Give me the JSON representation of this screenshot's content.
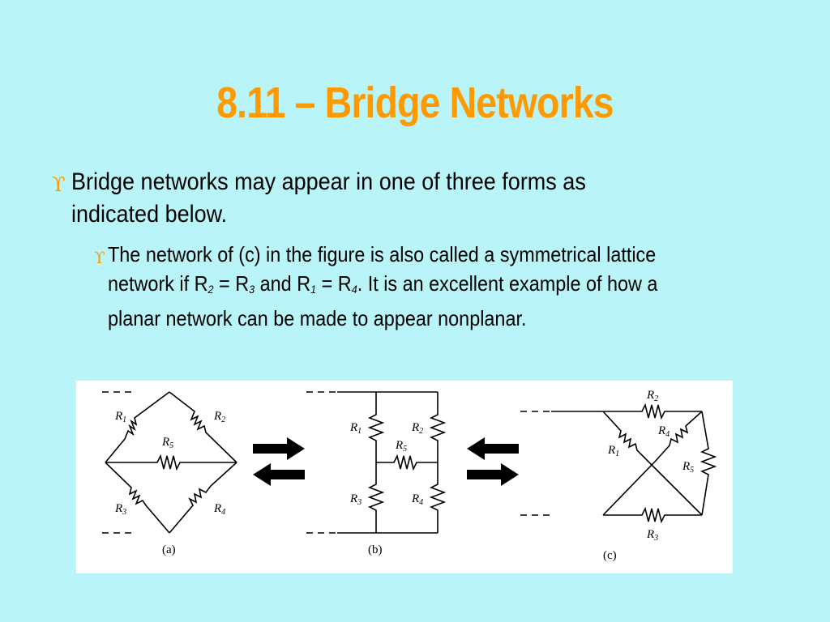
{
  "slide": {
    "title": "8.11 – Bridge Networks",
    "bullet_color": "#ff9900",
    "bullet_icon": "ox-head-bullet-icon",
    "bullet1": "Bridge networks may appear in one of three forms as",
    "bullet1_line2": "indicated below.",
    "bullet2": {
      "line1": "The network of (c) in the figure is also called a symmetrical lattice",
      "line2_a": "network if R",
      "sub_2": "2",
      "line2_b": " = R",
      "sub_3": "3",
      "line2_c": " and R",
      "sub_1": "1",
      "line2_d": " = R",
      "sub_4": "4",
      "line2_e": ".  It is an excellent example of how a",
      "line3": "planar network can be made to appear nonplanar."
    }
  },
  "figure": {
    "labels": {
      "R": "R",
      "s1": "1",
      "s2": "2",
      "s3": "3",
      "s4": "4",
      "s5": "5"
    },
    "captions": {
      "a": "(a)",
      "b": "(b)",
      "c": "(c)"
    }
  }
}
